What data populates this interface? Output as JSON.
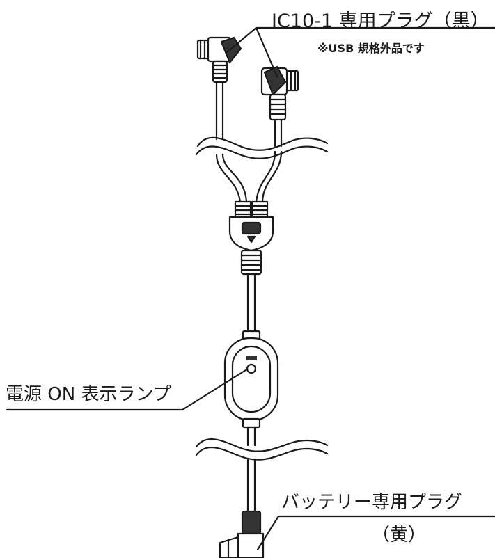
{
  "labels": {
    "plug_black": "IC10-1 専用プラグ（黒）",
    "usb_note": "※USB 規格外品です",
    "power_lamp": "電源 ON 表示ランプ",
    "battery_plug": "バッテリー専用プラグ",
    "battery_plug_color": "（黄）"
  },
  "colors": {
    "line": "#1a1a1a",
    "background": "#ffffff"
  }
}
